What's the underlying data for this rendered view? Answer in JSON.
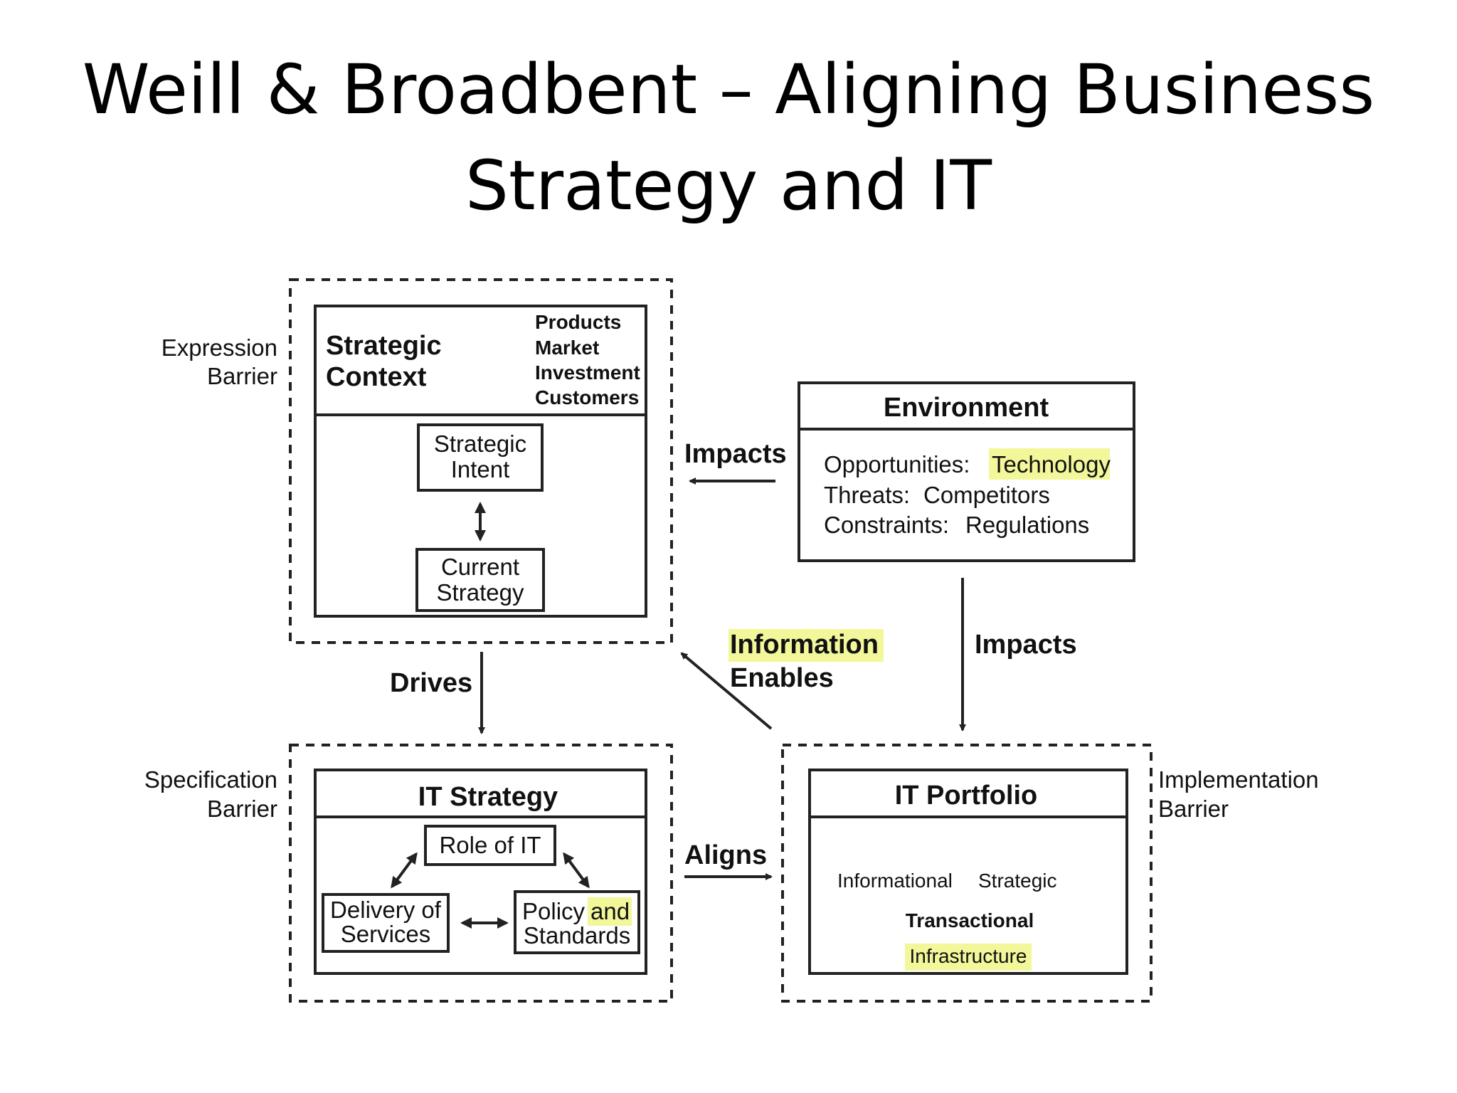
{
  "slide": {
    "title_line1": "Weill & Broadbent – Aligning Business",
    "title_line2": "Strategy and IT"
  },
  "barriers": {
    "expression": [
      "Expression",
      "Barrier"
    ],
    "specification": [
      "Specification",
      "Barrier"
    ],
    "implementation": [
      "Implementation",
      "Barrier"
    ]
  },
  "strategic_context": {
    "title": [
      "Strategic",
      "Context"
    ],
    "items": [
      "Products",
      "Market",
      "Investment",
      "Customers"
    ],
    "intent": [
      "Strategic",
      "Intent"
    ],
    "current": [
      "Current",
      "Strategy"
    ]
  },
  "environment": {
    "title": "Environment",
    "rows": [
      {
        "label": "Opportunities:",
        "value": "Technology"
      },
      {
        "label": "Threats:",
        "value": "Competitors"
      },
      {
        "label": "Constraints:",
        "value": "Regulations"
      }
    ]
  },
  "it_strategy": {
    "title": "IT Strategy",
    "role": "Role of IT",
    "delivery": [
      "Delivery of",
      "Services"
    ],
    "policy": [
      "Policy",
      "and",
      "Standards"
    ]
  },
  "it_portfolio": {
    "title": "IT Portfolio",
    "informational": "Informational",
    "strategic": "Strategic",
    "transactional": "Transactional",
    "infrastructure": "Infrastructure"
  },
  "arrows": {
    "impacts_left": "Impacts",
    "impacts_down": "Impacts",
    "drives": "Drives",
    "aligns": "Aligns",
    "information": "Information",
    "enables": "Enables"
  },
  "colors": {
    "highlight": "#f2f79a",
    "ink": "#111111"
  }
}
